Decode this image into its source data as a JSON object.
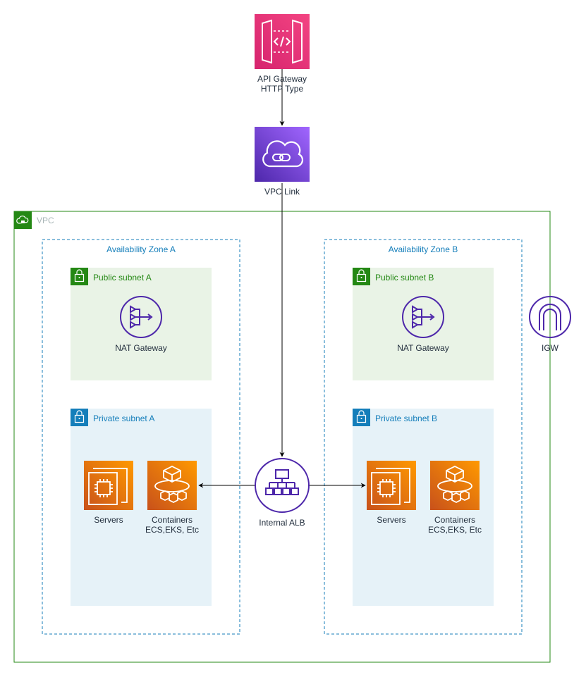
{
  "nodes": {
    "api_gateway": {
      "line1": "API Gateway",
      "line2": "HTTP Type",
      "icon": "api-gateway-icon",
      "color": "#e7157b"
    },
    "vpc_link": {
      "label": "VPC Link",
      "icon": "vpc-link-icon",
      "color": "#8c4fff"
    },
    "nat_a": {
      "label": "NAT Gateway",
      "icon": "nat-gateway-icon"
    },
    "nat_b": {
      "label": "NAT Gateway",
      "icon": "nat-gateway-icon"
    },
    "igw": {
      "label": "IGW",
      "icon": "internet-gateway-icon"
    },
    "alb": {
      "label": "Internal ALB",
      "icon": "load-balancer-icon"
    },
    "servers_a": {
      "label": "Servers",
      "icon": "ec2-instances-icon"
    },
    "containers_a": {
      "line1": "Containers",
      "line2": "ECS,EKS, Etc",
      "icon": "containers-icon"
    },
    "servers_b": {
      "label": "Servers",
      "icon": "ec2-instances-icon"
    },
    "containers_b": {
      "line1": "Containers",
      "line2": "ECS,EKS, Etc",
      "icon": "containers-icon"
    }
  },
  "groups": {
    "vpc": {
      "label": "VPC",
      "color": "#248814"
    },
    "az_a": {
      "label": "Availability Zone A",
      "color": "#147eba"
    },
    "az_b": {
      "label": "Availability Zone B",
      "color": "#147eba"
    },
    "public_a": {
      "label": "Public subnet A",
      "color": "#248814",
      "fill": "#e9f3e6"
    },
    "public_b": {
      "label": "Public subnet B",
      "color": "#248814",
      "fill": "#e9f3e6"
    },
    "private_a": {
      "label": "Private subnet A",
      "color": "#147eba",
      "fill": "#e6f2f8"
    },
    "private_b": {
      "label": "Private subnet B",
      "color": "#147eba",
      "fill": "#e6f2f8"
    }
  },
  "colors": {
    "purple_icon": "#4d27aa",
    "compute_orange": "#ed7100",
    "edge": "#000000"
  }
}
